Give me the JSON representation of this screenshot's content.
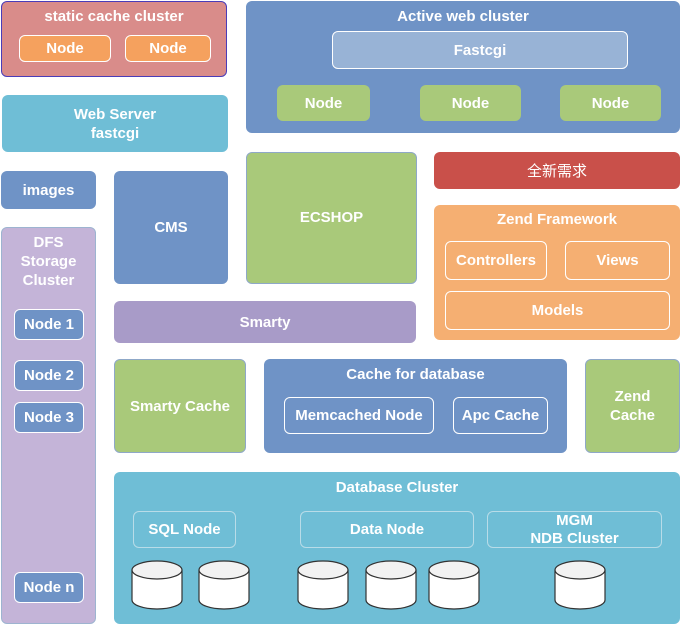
{
  "static_cache": {
    "title": "static  cache cluster",
    "node1": "Node",
    "node2": "Node"
  },
  "active_web": {
    "title": "Active web cluster",
    "fastcgi": "Fastcgi",
    "node1": "Node",
    "node2": "Node",
    "node3": "Node"
  },
  "web_server": {
    "line1": "Web Server",
    "line2": "fastcgi"
  },
  "images": "images",
  "cms": "CMS",
  "ecshop": "ECSHOP",
  "new_requirement": "全新需求",
  "zend_framework": {
    "title": "Zend Framework",
    "controllers": "Controllers",
    "views": "Views",
    "models": "Models"
  },
  "dfs": {
    "line1": "DFS",
    "line2": "Storage",
    "line3": "Cluster",
    "node1": "Node 1",
    "node2": "Node 2",
    "node3": "Node 3",
    "noden": "Node n"
  },
  "smarty": "Smarty",
  "smarty_cache": "Smarty Cache",
  "cache_db": {
    "title": "Cache for database",
    "memcached": "Memcached Node",
    "apc": "Apc Cache"
  },
  "zend_cache": {
    "line1": "Zend",
    "line2": "Cache"
  },
  "database": {
    "title": "Database Cluster",
    "sql_node": "SQL Node",
    "data_node": "Data Node",
    "mgm_line1": "MGM",
    "mgm_line2": "NDB Cluster"
  },
  "colors": {
    "salmon": "#D98C8A",
    "blue": "#6F93C6",
    "cyan": "#6FBED6",
    "green": "#A9C97A",
    "red": "#C9504A",
    "orange": "#F5AF72",
    "purple": "#A89BC8",
    "lavender": "#C4B4D8"
  }
}
